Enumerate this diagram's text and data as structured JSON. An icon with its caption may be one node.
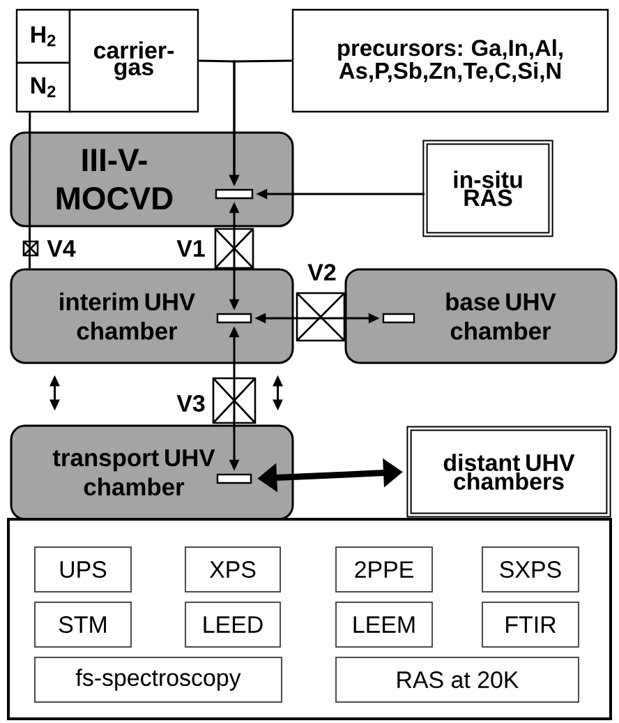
{
  "diagram": {
    "nodes": [
      {
        "text": [
          "H$_{2}$"
        ]
      },
      {
        "text": [
          "N$_{2}$"
        ]
      },
      {
        "text": [
          "carrier-gas"
        ]
      },
      {
        "text": [
          "precursors: Ga,In,Al, As,P,Sb,Zn,Te,C,Si,N"
        ]
      },
      {
        "text": [
          "III-V-MOCVD"
        ]
      },
      {
        "text": [],
        "shape": "bar",
        "in": 4
      },
      {
        "text": [
          "in-situ RAS"
        ]
      },
      {
        "text": [
          "interim UHV chamber"
        ]
      },
      {
        "text": [],
        "shape": "bar",
        "in": 7
      },
      {
        "text": [
          "base UHV chamber"
        ]
      },
      {
        "text": [],
        "shape": "bar",
        "in": 9
      },
      {
        "text": [
          "transport UHV chamber"
        ]
      },
      {
        "text": [],
        "shape": "bar",
        "in": 11
      },
      {
        "text": [
          "distant UHV chambers"
        ]
      },
      {
        "text": [],
        "shape": "box"
      },
      {
        "text": [
          "UPS"
        ],
        "in": 14
      },
      {
        "text": [
          "XPS"
        ],
        "in": 14
      },
      {
        "text": [
          "2PPE"
        ],
        "in": 14
      },
      {
        "text": [
          "SXPS"
        ],
        "in": 14
      },
      {
        "text": [
          "STM"
        ],
        "in": 14
      },
      {
        "text": [
          "LEED"
        ],
        "in": 14
      },
      {
        "text": [
          "LEEM"
        ],
        "in": 14
      },
      {
        "text": [
          "FTIR"
        ],
        "in": 14
      },
      {
        "text": [
          "fs-spectroscopy"
        ],
        "in": 14
      },
      {
        "text": [
          "RAS at 20K"
        ],
        "in": 14
      }
    ],
    "edges": [
      {
        "from": 2,
        "to": 5,
        "arrow": "to"
      },
      {
        "from": 3,
        "to": 5,
        "arrow": "to"
      },
      {
        "from": 6,
        "to": 5,
        "arrow": "to"
      },
      {
        "from": 1,
        "to": 7,
        "arrow": "none"
      },
      {
        "from": 5,
        "to": 8,
        "arrow": "both"
      },
      {
        "from": 8,
        "to": 10,
        "arrow": "both"
      },
      {
        "from": 8,
        "to": 12,
        "arrow": "both"
      },
      {
        "from": 7,
        "to": 11,
        "arrow": "both"
      },
      {
        "from": 7,
        "to": 11,
        "arrow": "both"
      },
      {
        "from": 12,
        "to": 13,
        "arrow": "both",
        "style": "thick"
      }
    ],
    "labels": [
      "V4",
      "V1",
      "V2",
      "V3"
    ]
  }
}
